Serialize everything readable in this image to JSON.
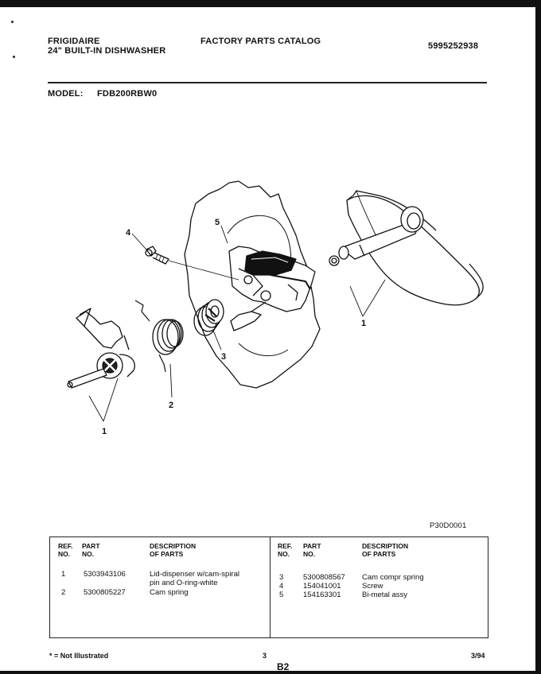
{
  "header": {
    "brand": "FRIGIDAIRE",
    "product": "24\" BUILT-IN DISHWASHER",
    "catalog_title": "FACTORY PARTS CATALOG",
    "catalog_number": "5995252938",
    "model_label": "MODEL:",
    "model_number": "FDB200RBW0"
  },
  "diagram": {
    "callouts": [
      "1",
      "2",
      "3",
      "4",
      "5",
      "1"
    ],
    "figure_code": "P30D0001"
  },
  "parts_table": {
    "headers": {
      "ref_top": "REF.",
      "ref_bottom": "NO.",
      "part_top": "PART",
      "part_bottom": "NO.",
      "desc_top": "DESCRIPTION",
      "desc_bottom": "OF PARTS"
    },
    "left": [
      {
        "ref": "1",
        "part": "5303943106",
        "desc": [
          "Lid-dispenser w/cam-spiral",
          "pin and O-ring-white"
        ]
      },
      {
        "ref": "2",
        "part": "5300805227",
        "desc": [
          "Cam spring"
        ]
      }
    ],
    "right": [
      {
        "ref": "3",
        "part": "5300808567",
        "desc": [
          "Cam compr spring"
        ]
      },
      {
        "ref": "4",
        "part": "154041001",
        "desc": [
          "Screw"
        ]
      },
      {
        "ref": "5",
        "part": "154163301",
        "desc": [
          "Bi-metal assy"
        ]
      }
    ]
  },
  "footer": {
    "note": "* = Not Illustrated",
    "page": "3",
    "section": "B2",
    "date": "3/94"
  }
}
